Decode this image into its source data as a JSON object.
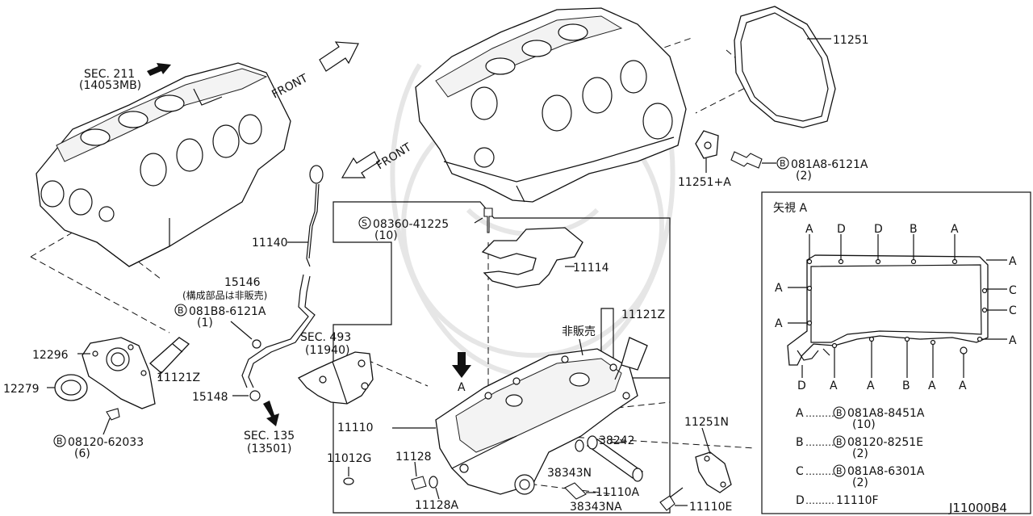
{
  "diagram_id": "J11000B4",
  "labels": {
    "sec211": "SEC. 211",
    "sec211_sub": "(14053MB)",
    "front_left": "FRONT",
    "front_right": "FRONT",
    "p11251": "11251",
    "p11251a": "11251+A",
    "p11251a_bolt": "081A8-6121A",
    "p11251a_bolt_qty": "(2)",
    "p08360": "08360-41225",
    "p08360_qty": "(10)",
    "p11114": "11114",
    "p11140": "11140",
    "p15146": "15146",
    "p15146_note": "(構成部品は非販売)",
    "p081b8": "081B8-6121A",
    "p081b8_qty": "(1)",
    "sec493": "SEC. 493",
    "sec493_sub": "(11940)",
    "p11121z_top": "11121Z",
    "not_sold": "非販売",
    "p12296": "12296",
    "p11121z": "11121Z",
    "p12279": "12279",
    "p08120": "08120-62033",
    "p08120_qty": "(6)",
    "p15148": "15148",
    "sec135": "SEC. 135",
    "sec135_sub": "(13501)",
    "p11110": "11110",
    "arrow_a": "A",
    "p11012g": "11012G",
    "p11128": "11128",
    "p11128a": "11128A",
    "p38242": "38242",
    "p38343n": "38343N",
    "p11110a": "11110A",
    "p38343na": "38343NA",
    "p11251n": "11251N",
    "p11110e": "11110E",
    "circle_b": "B",
    "circle_s": "S"
  },
  "view_a": {
    "title": "矢視 A",
    "top_markers": [
      "A",
      "D",
      "D",
      "B",
      "A"
    ],
    "left_markers": [
      "A",
      "A"
    ],
    "right_markers": [
      "A",
      "C",
      "C",
      "A"
    ],
    "bottom_markers": [
      "D",
      "A",
      "A",
      "B",
      "A",
      "A"
    ],
    "legend": [
      {
        "key": "A",
        "dots": "………",
        "part": "081A8-8451A",
        "qty": "(10)"
      },
      {
        "key": "B",
        "dots": "………",
        "part": "08120-8251E",
        "qty": "(2)"
      },
      {
        "key": "C",
        "dots": "………",
        "part": "081A8-6301A",
        "qty": "(2)"
      },
      {
        "key": "D",
        "dots": "………",
        "part": "11110F",
        "qty": ""
      }
    ]
  }
}
